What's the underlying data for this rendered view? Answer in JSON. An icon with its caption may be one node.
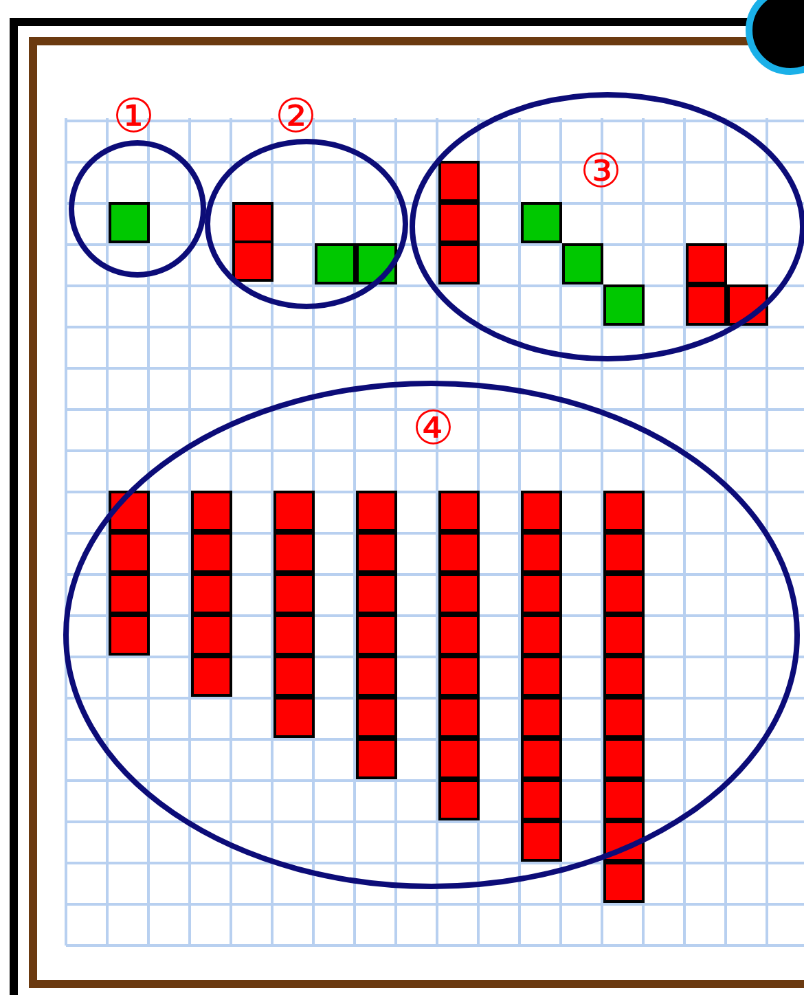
{
  "diagram": {
    "nodes": [
      {
        "text": [
          "①"
        ]
      },
      {
        "text": [
          "②"
        ]
      },
      {
        "text": [
          "③"
        ]
      },
      {
        "text": [
          "④"
        ]
      }
    ]
  }
}
